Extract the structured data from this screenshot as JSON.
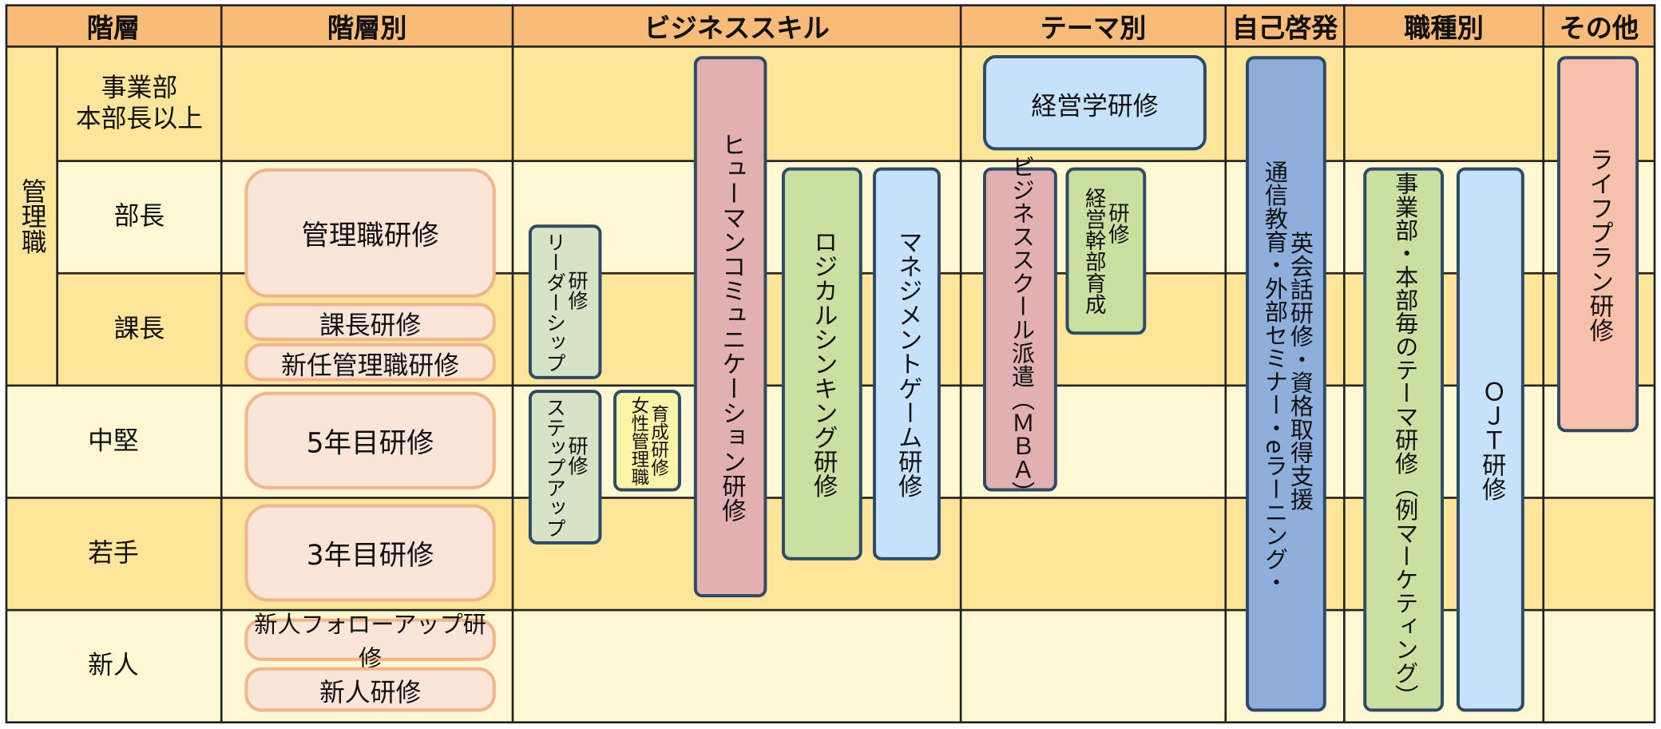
{
  "header": {
    "level": "階層",
    "by_level": "階層別",
    "business_skill": "ビジネススキル",
    "by_theme": "テーマ別",
    "self_dev": "自己啓発",
    "by_job": "職種別",
    "other": "その他"
  },
  "rows": {
    "management_group": "管理職",
    "exec_line1": "事業部",
    "exec_line2": "本部長以上",
    "director": "部長",
    "section_chief": "課長",
    "mid": "中堅",
    "junior": "若手",
    "newcomer": "新人"
  },
  "by_level": {
    "mgmt_training": "管理職研修",
    "chief_training": "課長研修",
    "new_mgr_training": "新任管理職研修",
    "year5": "5年目研修",
    "year3": "3年目研修",
    "newcomer_followup": "新人フォローアップ研修",
    "newcomer_training": "新人研修"
  },
  "business_skill": {
    "leadership_line1": "リーダーシップ",
    "leadership_line2": "研修",
    "stepup_line1": "ステップアップ",
    "stepup_line2": "研修",
    "women_line1": "女性管理職",
    "women_line2": "育成研修",
    "communication": "ヒューマンコミュニケーション研修",
    "logical": "ロジカルシンキング研修",
    "mgmt_game": "マネジメントゲーム研修"
  },
  "theme": {
    "mgmt_studies": "経営学研修",
    "mba": "ビジネススクール派遣（ＭＢＡ）",
    "exec_dev_line1": "経営幹部育成",
    "exec_dev_line2": "研修"
  },
  "self_dev": {
    "line1": "通信教育・外部セミナー・eラーニング・",
    "line2": "英会話研修・資格取得支援"
  },
  "job": {
    "division_theme": "事業部・本部毎のテーマ研修（例マーケティング）",
    "ojt": "ＯＪＴ研修"
  },
  "other": {
    "life_plan": "ライフプラン研修"
  },
  "colors": {
    "header_bg": "#f8bc78",
    "band_dark": "#fde69a",
    "band_light": "#fff8d2",
    "peach_fill": "#fbe5d8",
    "peach_border": "#f2b58a",
    "box_border": "#2e4a66"
  }
}
